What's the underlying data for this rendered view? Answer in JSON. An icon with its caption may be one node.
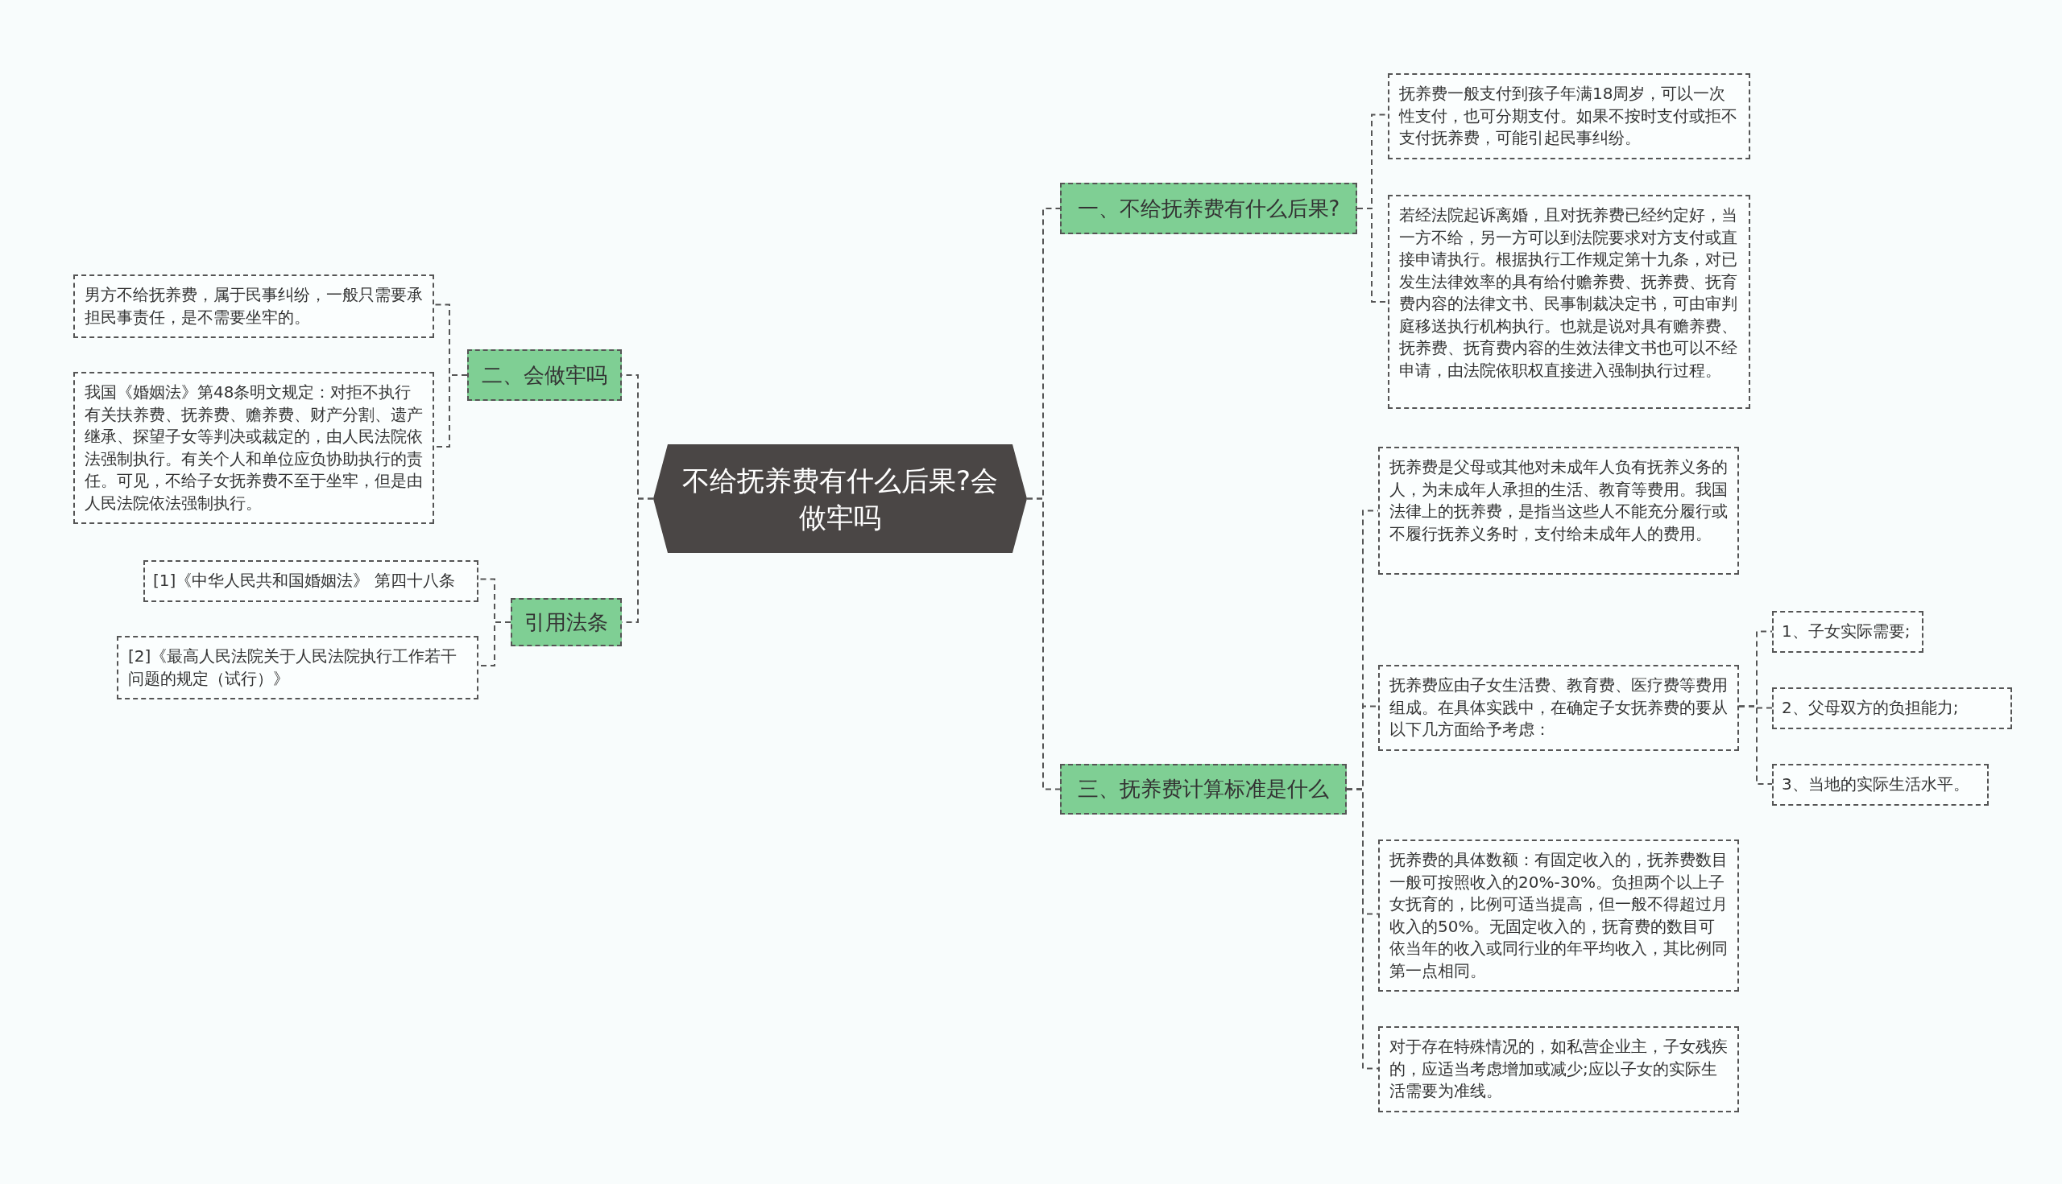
{
  "diagram": {
    "nodes": [
      {
        "text": [
          "不给抚养费有什么后果?会做牢吗"
        ]
      },
      {
        "text": [
          "一、不给抚养费有什么后果?"
        ]
      },
      {
        "text": [
          "抚养费一般支付到孩子年满18周岁，可以一次性支付，也可分期支付。如果不按时支付或拒不支付抚养费，可能引起民事纠纷。"
        ]
      },
      {
        "text": [
          "若经法院起诉离婚，且对抚养费已经约定好，当一方不给，另一方可以到法院要求对方支付或直接申请执行。根据执行工作规定第十九条，对已发生法律效率的具有给付赡养费、抚养费、抚育费内容的法律文书、民事制裁决定书，可由审判庭移送执行机构执行。也就是说对具有赡养费、抚养费、抚育费内容的生效法律文书也可以不经申请，由法院依职权直接进入强制执行过程。"
        ]
      },
      {
        "text": [
          "二、会做牢吗"
        ]
      },
      {
        "text": [
          "男方不给抚养费，属于民事纠纷，一般只需要承担民事责任，是不需要坐牢的。"
        ]
      },
      {
        "text": [
          "我国《婚姻法》第48条明文规定：对拒不执行有关扶养费、抚养费、赡养费、财产分割、遗产继承、探望子女等判决或裁定的，由人民法院依法强制执行。有关个人和单位应负协助执行的责任。可见，不给子女抚养费不至于坐牢，但是由人民法院依法强制执行。"
        ]
      },
      {
        "text": [
          "引用法条"
        ]
      },
      {
        "text": [
          "[1]《中华人民共和国婚姻法》 第四十八条"
        ]
      },
      {
        "text": [
          "[2]《最高人民法院关于人民法院执行工作若干问题的规定（试行）》"
        ]
      },
      {
        "text": [
          "三、抚养费计算标准是什么"
        ]
      },
      {
        "text": [
          "抚养费是父母或其他对未成年人负有抚养义务的人，为未成年人承担的生活、教育等费用。我国法律上的抚养费，是指当这些人不能充分履行或不履行抚养义务时，支付给未成年人的费用。"
        ]
      },
      {
        "text": [
          "抚养费应由子女生活费、教育费、医疗费等费用组成。在具体实践中，在确定子女抚养费的要从以下几方面给予考虑："
        ]
      },
      {
        "text": [
          "1、子女实际需要;"
        ]
      },
      {
        "text": [
          "2、父母双方的负担能力;"
        ]
      },
      {
        "text": [
          "3、当地的实际生活水平。"
        ]
      },
      {
        "text": [
          "抚养费的具体数额：有固定收入的，抚养费数目一般可按照收入的20%-30%。负担两个以上子女抚育的，比例可适当提高，但一般不得超过月收入的50%。无固定收入的，抚育费的数目可依当年的收入或同行业的年平均收入，其比例同第一点相同。"
        ]
      },
      {
        "text": [
          "对于存在特殊情况的，如私营企业主，子女残疾的，应适当考虑增加或减少;应以子女的实际生活需要为准线。"
        ]
      }
    ],
    "edges": [
      {
        "from": 0,
        "to": 1,
        "arrow": "none"
      },
      {
        "from": 1,
        "to": 2,
        "arrow": "none"
      },
      {
        "from": 1,
        "to": 3,
        "arrow": "none"
      },
      {
        "from": 0,
        "to": 4,
        "arrow": "none"
      },
      {
        "from": 4,
        "to": 5,
        "arrow": "none"
      },
      {
        "from": 4,
        "to": 6,
        "arrow": "none"
      },
      {
        "from": 0,
        "to": 7,
        "arrow": "none"
      },
      {
        "from": 7,
        "to": 8,
        "arrow": "none"
      },
      {
        "from": 7,
        "to": 9,
        "arrow": "none"
      },
      {
        "from": 0,
        "to": 10,
        "arrow": "none"
      },
      {
        "from": 10,
        "to": 11,
        "arrow": "none"
      },
      {
        "from": 10,
        "to": 12,
        "arrow": "none"
      },
      {
        "from": 12,
        "to": 13,
        "arrow": "none"
      },
      {
        "from": 12,
        "to": 14,
        "arrow": "none"
      },
      {
        "from": 12,
        "to": 15,
        "arrow": "none"
      },
      {
        "from": 10,
        "to": 16,
        "arrow": "none"
      },
      {
        "from": 10,
        "to": 17,
        "arrow": "none"
      }
    ]
  }
}
